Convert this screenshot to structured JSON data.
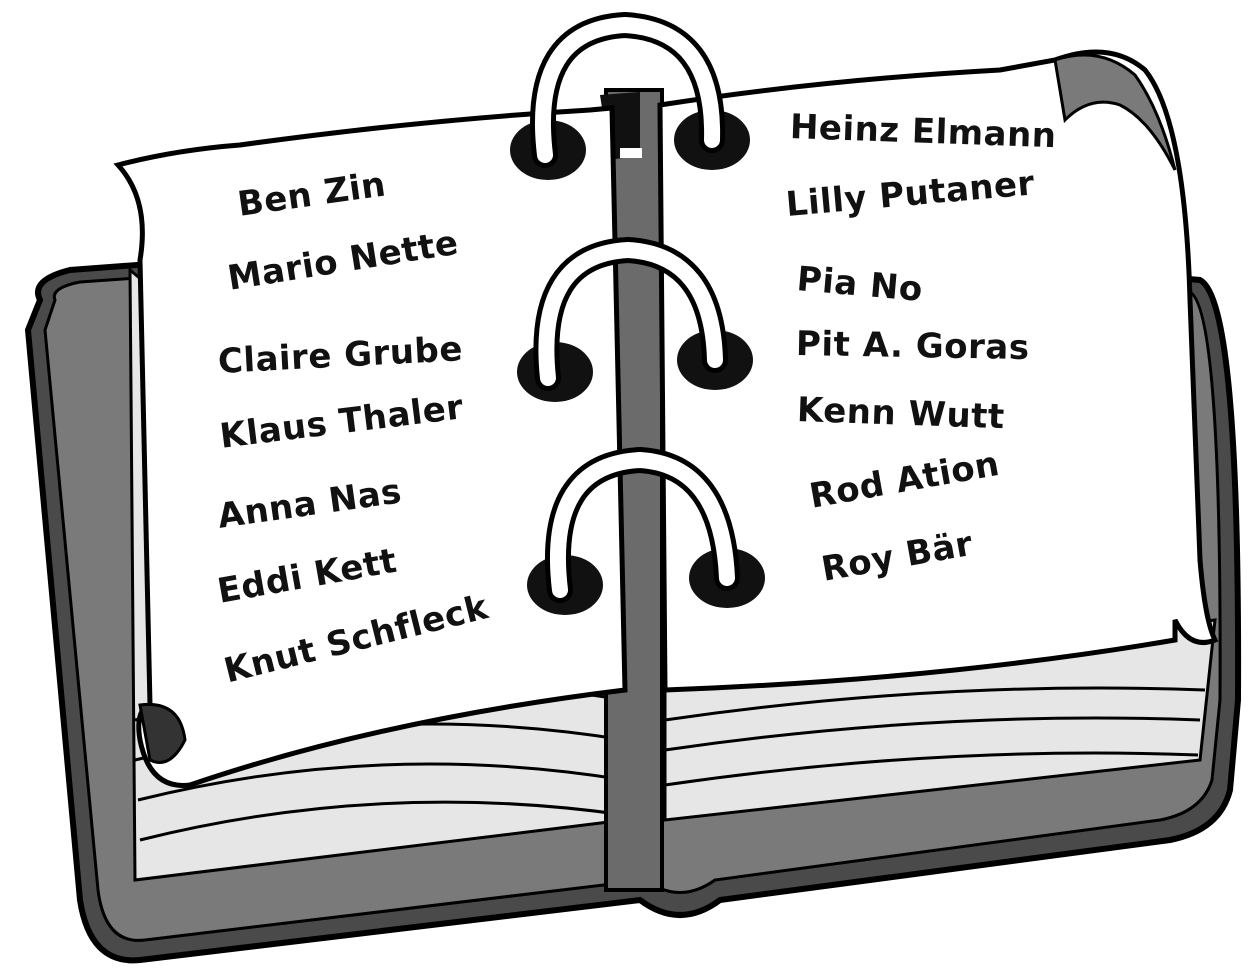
{
  "book": {
    "colors": {
      "cover": "#7a7a7a",
      "cover_dark": "#4a4a4a",
      "page": "#ffffff",
      "page_edge": "#e6e6e6",
      "ink": "#111111",
      "ring": "#ffffff"
    },
    "left_page": {
      "names": [
        "Ben Zin",
        "Mario Nette",
        "Claire Grube",
        "Klaus Thaler",
        "Anna Nas",
        "Eddi Kett",
        "Knut Schfleck"
      ]
    },
    "right_page": {
      "names": [
        "Heinz Elmann",
        "Lilly Putaner",
        "Pia No",
        "Pit A. Goras",
        "Kenn Wutt",
        "Rod Ation",
        "Roy Bär"
      ]
    }
  }
}
